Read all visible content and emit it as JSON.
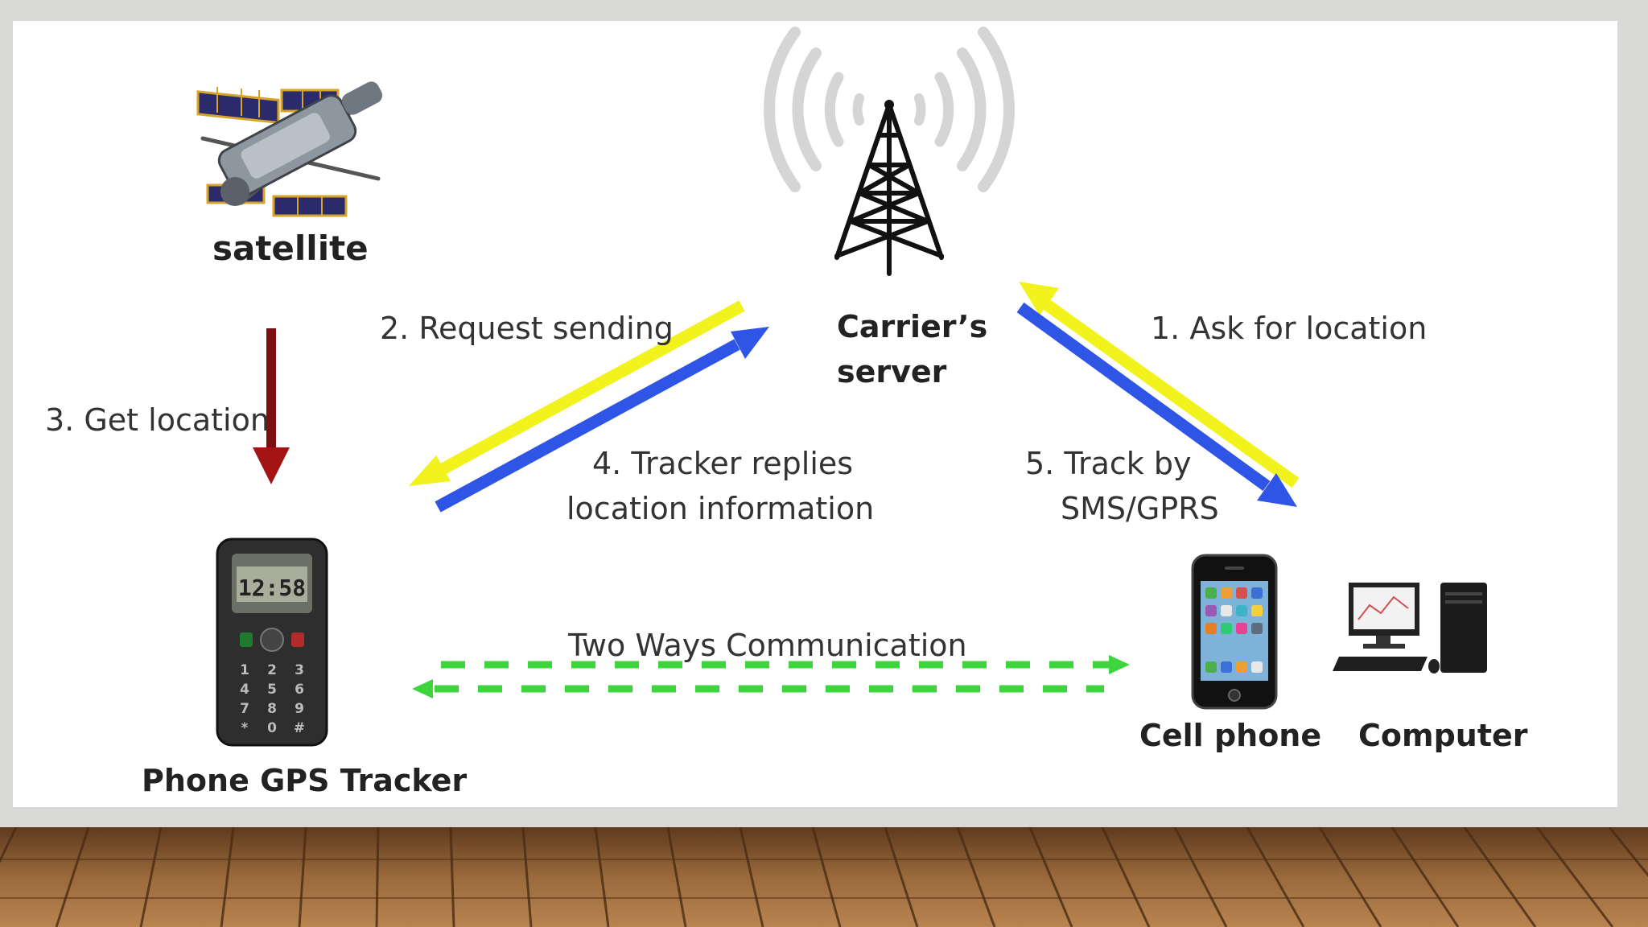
{
  "labels": {
    "satellite": "satellite",
    "server_line1": "Carrier’s",
    "server_line2": "server",
    "tracker": "Phone GPS Tracker",
    "cell_phone": "Cell phone",
    "computer": "Computer",
    "phone_clock": "12:58",
    "phone_keys": [
      "1",
      "2",
      "3",
      "4",
      "5",
      "6",
      "7",
      "8",
      "9",
      "*",
      "0",
      "#"
    ]
  },
  "steps": {
    "s1": "1. Ask for location",
    "s2": "2. Request sending",
    "s3": "3. Get location",
    "s4_line1": "4. Tracker replies",
    "s4_line2": "location information",
    "s5_line1": "5. Track by",
    "s5_line2": "SMS/GPRS",
    "two_way": "Two Ways Communication"
  },
  "colors": {
    "yellow_arrow": "#f2f21c",
    "blue_arrow": "#2f55e6",
    "red_arrow": "#7a1010",
    "green_dashed": "#3ed43e",
    "panel": "#ffffff",
    "floor": "#8a5a32"
  },
  "icons": [
    "satellite-icon",
    "cell-tower-icon",
    "gps-tracker-icon",
    "cell-phone-icon",
    "computer-icon"
  ]
}
